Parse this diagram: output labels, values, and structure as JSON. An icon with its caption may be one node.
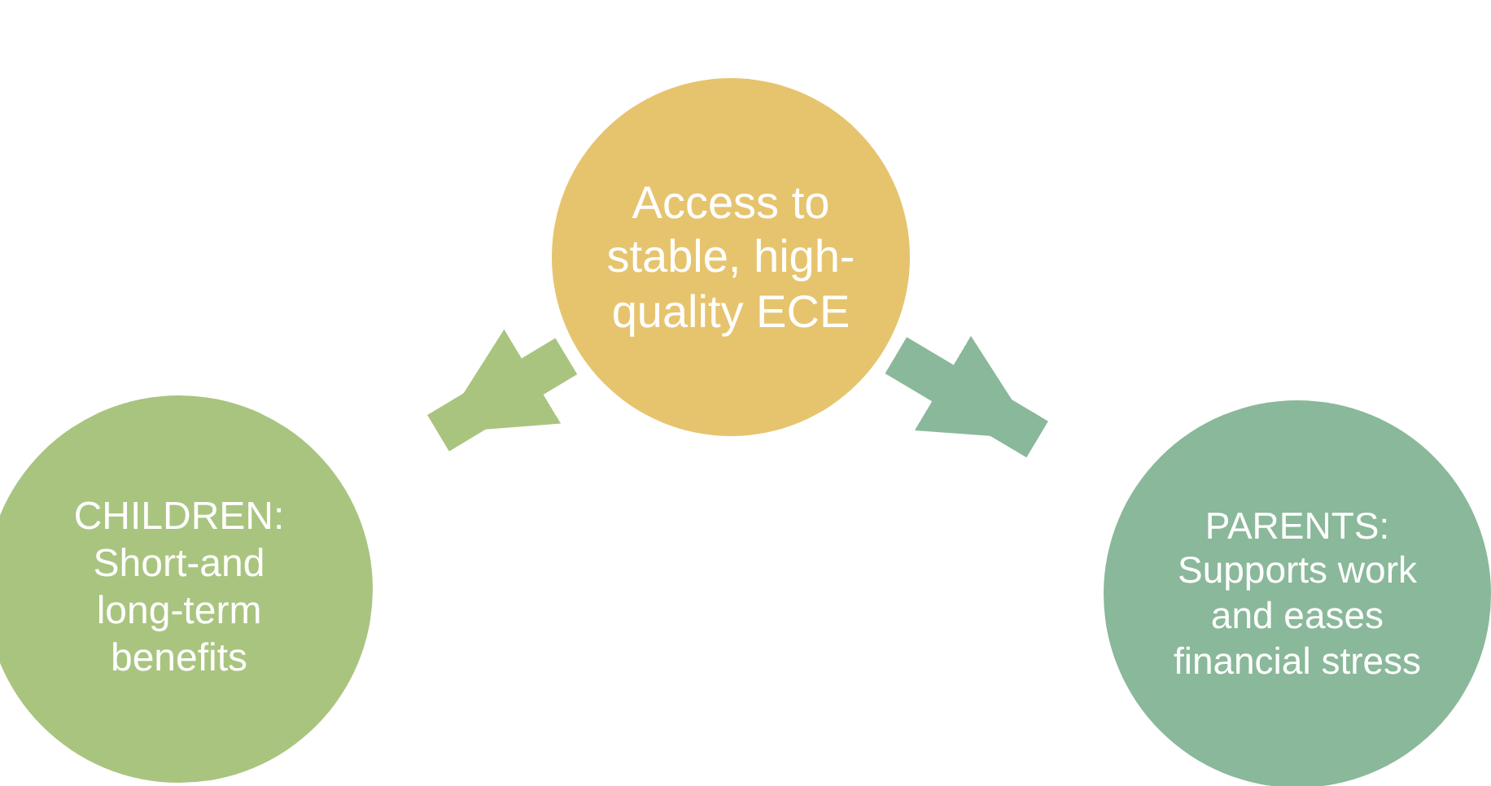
{
  "diagram": {
    "nodes": [
      {
        "text": [
          "Access to stable, high-quality ECE"
        ]
      },
      {
        "text": [
          "CHILDREN: Short-and long-term benefits"
        ]
      },
      {
        "text": [
          "PARENTS: Supports work and eases financial stress"
        ]
      }
    ],
    "edges": [
      {
        "from": 0,
        "to": 1,
        "arrow": "to",
        "color": "#a9c47f"
      },
      {
        "from": 0,
        "to": 2,
        "arrow": "to",
        "color": "#8ab89a"
      }
    ]
  }
}
